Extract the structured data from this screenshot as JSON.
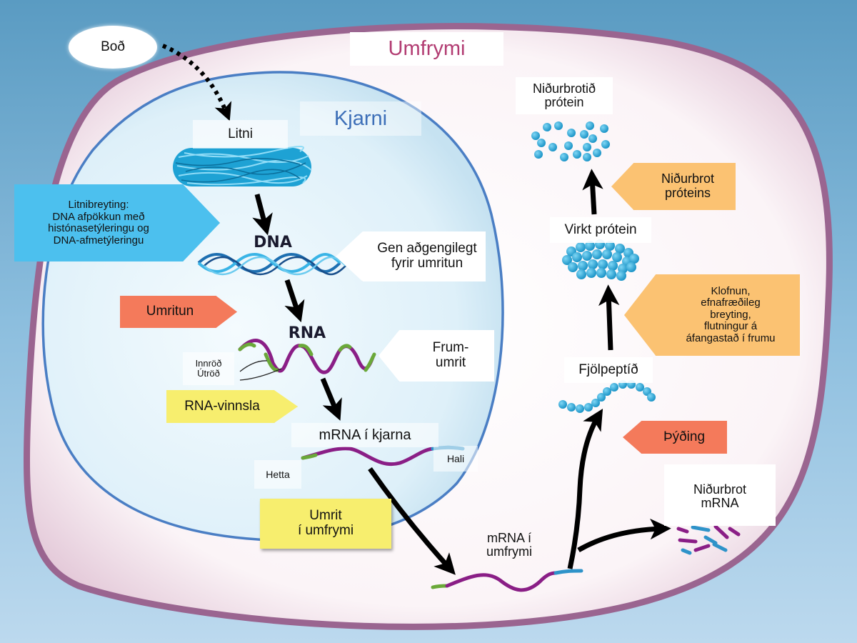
{
  "colors": {
    "background_top": "#5e9ec4",
    "background_bottom": "#b9d7ec",
    "cell_membrane": "#9a6590",
    "cytoplasm": "#f7eef3",
    "nucleus_fill": "#daeef8",
    "nucleus_border": "#4a7ec4",
    "beads": "#1fa6d6",
    "mrna_purple": "#8a1e86",
    "mrna_green": "#6aa839",
    "mrna_blue": "#2e93c9",
    "box_blue": "#4cc0ee",
    "box_red": "#f47a5b",
    "box_yellow": "#f7ee6e",
    "box_orange": "#fbc272",
    "title_pink": "#b23c72",
    "nucleus_title": "#3d6fb8"
  },
  "labels": {
    "signal": "Boð",
    "cytoplasm": "Umfrymi",
    "nucleus": "Kjarni",
    "chromatin": "Litni",
    "dna": "DNA",
    "rna": "RNA",
    "intron_exon": "Innröð\nÚtröð",
    "mrna_nucleus": "mRNA í kjarna",
    "cap": "Hetta",
    "tail": "Hali",
    "mrna_cytoplasm": "mRNA í\numfrymi",
    "degraded_protein": "Niðurbrotið\nprótein",
    "active_protein": "Virkt prótein",
    "polypeptide": "Fjölpeptíð",
    "mrna_degradation": "Niðurbrot\nmRNA"
  },
  "steps": {
    "chromatin_modification": "Litnibreyting:\nDNA afpökkun með\nhistónasetýleringu og\nDNA-afmetýleringu",
    "gene_accessible": "Gen aðgengilegt\nfyrir umritun",
    "transcription": "Umritun",
    "primary_transcript": "Frum-\numrit",
    "rna_processing": "RNA-vinnsla",
    "export": "Umrit\ní umfrymi",
    "translation": "Þýðing",
    "modification": "Klofnun,\nefnafræðileg\nbreyting,\nflutningur á\náfangastað í frumu",
    "protein_degradation": "Niðurbrot\npróteins"
  }
}
